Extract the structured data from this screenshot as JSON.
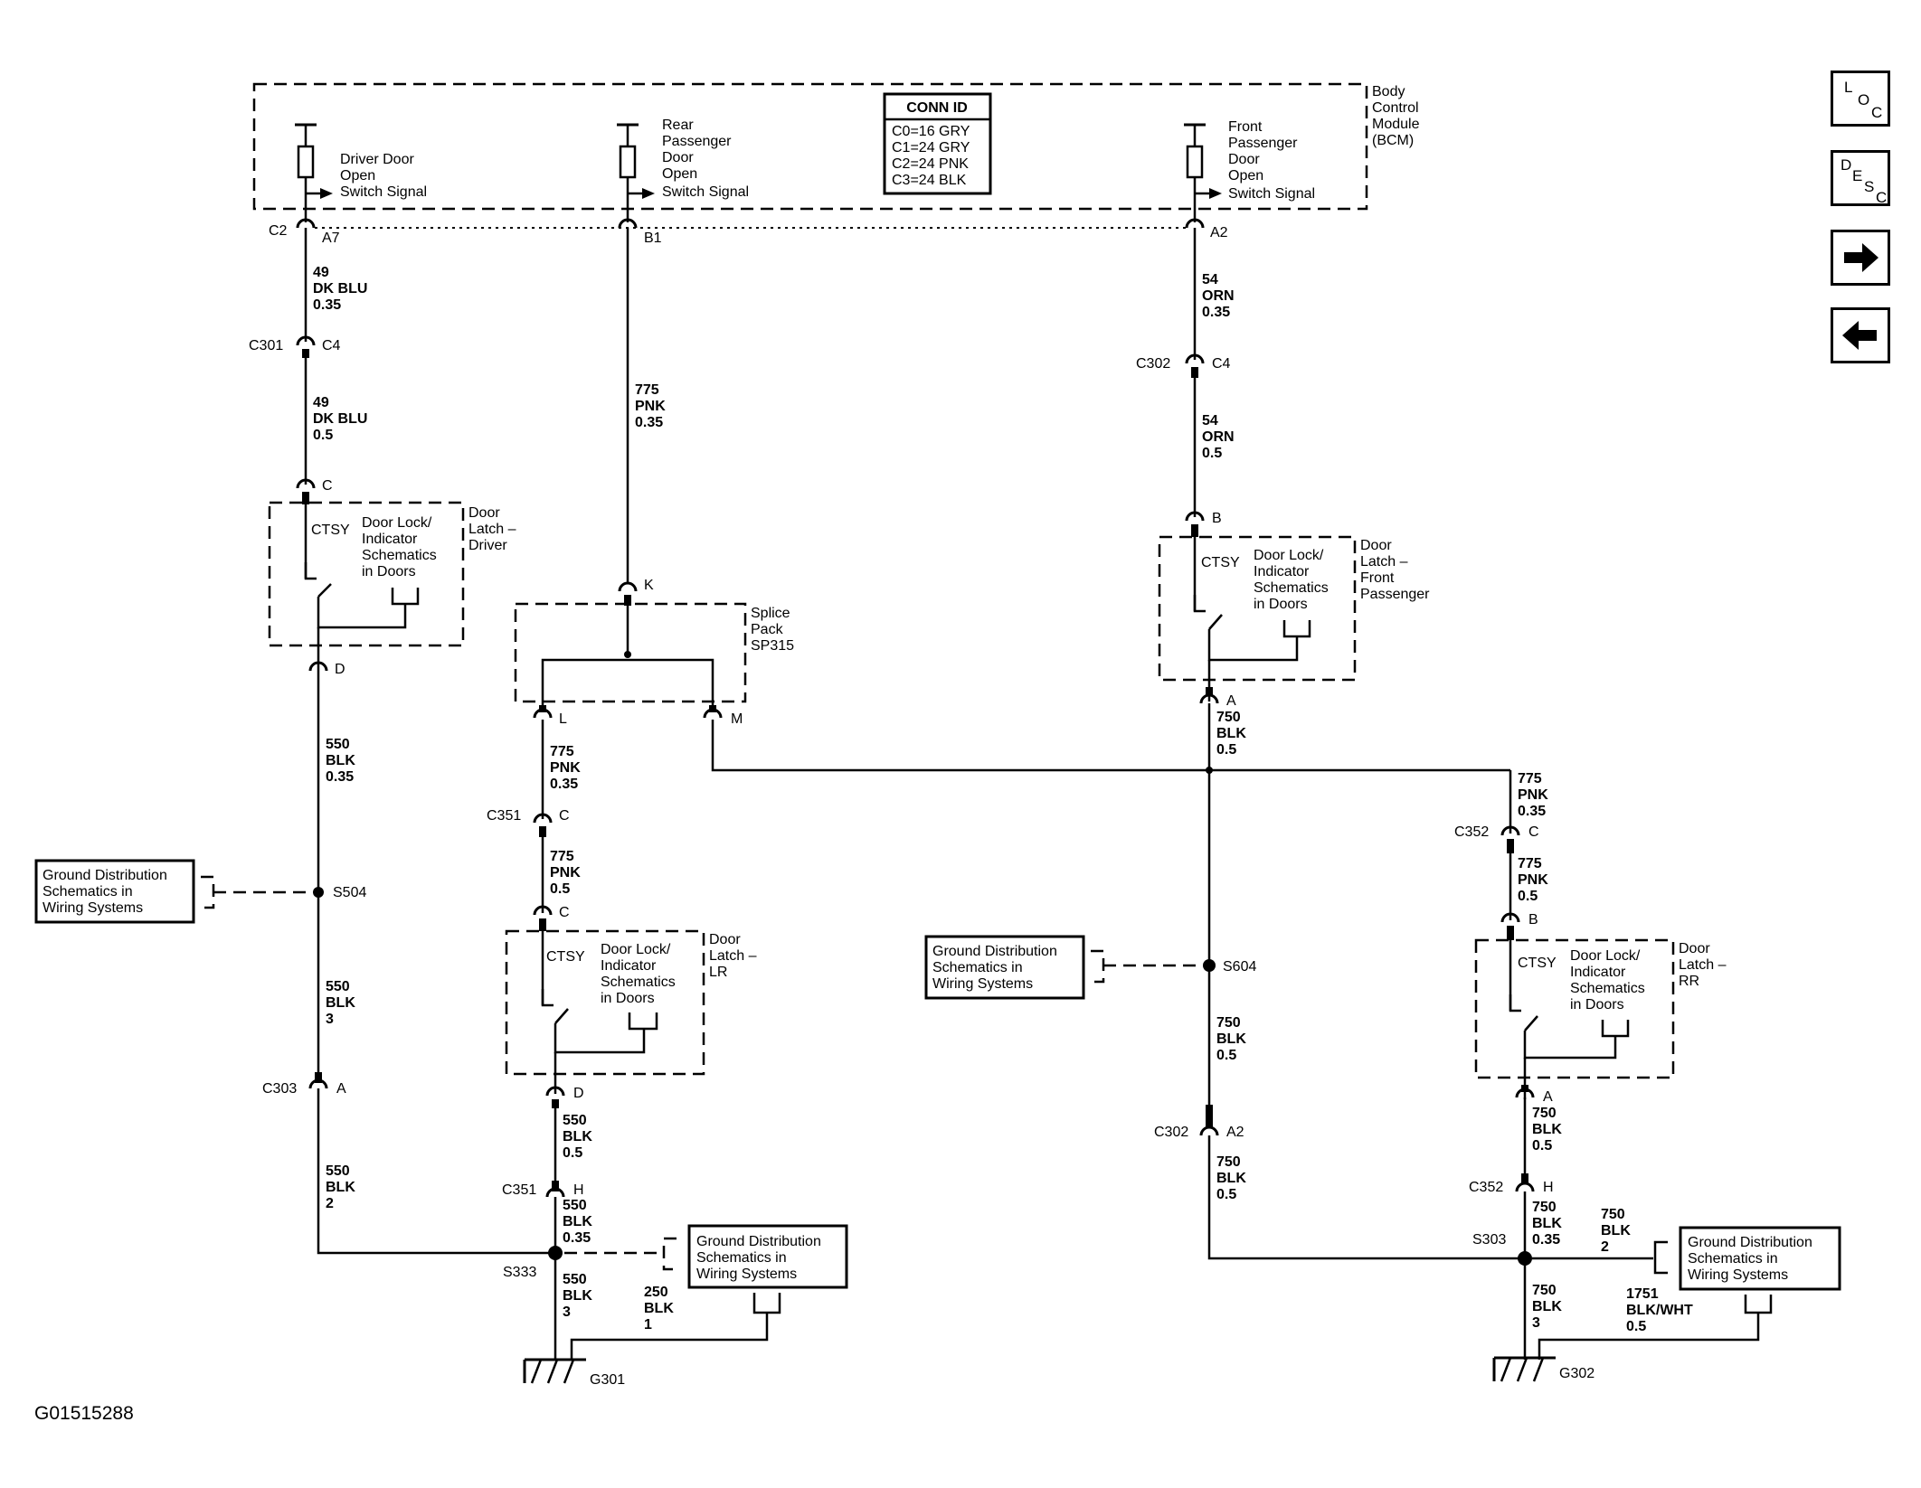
{
  "bcm": {
    "name": [
      "Body",
      "Control",
      "Module",
      "(BCM)"
    ],
    "conn_id": {
      "title": "CONN ID",
      "rows": [
        "C0=16 GRY",
        "C1=24 GRY",
        "C2=24 PNK",
        "C3=24 BLK"
      ]
    },
    "signals": {
      "driver": [
        "Driver Door",
        "Open",
        "Switch Signal"
      ],
      "rear": [
        "Rear",
        "Passenger",
        "Door",
        "Open",
        "Switch Signal"
      ],
      "front": [
        "Front",
        "Passenger",
        "Door",
        "Open",
        "Switch Signal"
      ]
    },
    "pins": {
      "c2": "C2",
      "a7": "A7",
      "b1": "B1",
      "a2": "A2"
    }
  },
  "connectors": {
    "c301": "C301",
    "c4": "C4",
    "c302": "C302",
    "c": "C",
    "b": "B",
    "k": "K",
    "d": "D",
    "a": "A",
    "l": "L",
    "m": "M",
    "c351": "C351",
    "c352": "C352",
    "c303": "C303",
    "h": "H",
    "a2": "A2"
  },
  "splices": {
    "s504": "S504",
    "s604": "S604",
    "s333": "S333",
    "s303": "S303"
  },
  "grounds": {
    "g301": "G301",
    "g302": "G302"
  },
  "splice_pack": [
    "Splice",
    "Pack",
    "SP315"
  ],
  "latches": {
    "driver": [
      "Door",
      "Latch –",
      "Driver"
    ],
    "front": [
      "Door",
      "Latch –",
      "Front",
      "Passenger"
    ],
    "lr": [
      "Door",
      "Latch –",
      "LR"
    ],
    "rr": [
      "Door",
      "Latch –",
      "RR"
    ],
    "ctsy": "CTSY",
    "lock_ref": [
      "Door Lock/",
      "Indicator",
      "Schematics",
      "in Doors"
    ]
  },
  "ground_ref": [
    "Ground Distribution",
    "Schematics in",
    "Wiring Systems"
  ],
  "wires": {
    "w49a": [
      "49",
      "DK BLU",
      "0.35"
    ],
    "w49b": [
      "49",
      "DK BLU",
      "0.5"
    ],
    "w775a": [
      "775",
      "PNK",
      "0.35"
    ],
    "w54a": [
      "54",
      "ORN",
      "0.35"
    ],
    "w54b": [
      "54",
      "ORN",
      "0.5"
    ],
    "w550a": [
      "550",
      "BLK",
      "0.35"
    ],
    "w550b": [
      "550",
      "BLK",
      "3"
    ],
    "w550c": [
      "550",
      "BLK",
      "2"
    ],
    "w775b": [
      "775",
      "PNK",
      "0.35"
    ],
    "w775c": [
      "775",
      "PNK",
      "0.5"
    ],
    "w550d": [
      "550",
      "BLK",
      "0.5"
    ],
    "w550e": [
      "550",
      "BLK",
      "0.35"
    ],
    "w550f": [
      "550",
      "BLK",
      "3"
    ],
    "w250": [
      "250",
      "BLK",
      "1"
    ],
    "w750a": [
      "750",
      "BLK",
      "0.5"
    ],
    "w775d": [
      "775",
      "PNK",
      "0.35"
    ],
    "w775e": [
      "775",
      "PNK",
      "0.5"
    ],
    "w750b": [
      "750",
      "BLK",
      "0.5"
    ],
    "w750c": [
      "750",
      "BLK",
      "0.5"
    ],
    "w750d": [
      "750",
      "BLK",
      "0.5"
    ],
    "w750e": [
      "750",
      "BLK",
      "0.35"
    ],
    "w750f": [
      "750",
      "BLK",
      "2"
    ],
    "w750g": [
      "750",
      "BLK",
      "3"
    ],
    "w1751": [
      "1751",
      "BLK/WHT",
      "0.5"
    ]
  },
  "nav": {
    "loc": [
      "L",
      "O",
      "C"
    ],
    "desc": [
      "D",
      "E",
      "S",
      "C"
    ],
    "next": "🡆",
    "prev": "🡄"
  },
  "figure_id": "G01515288"
}
